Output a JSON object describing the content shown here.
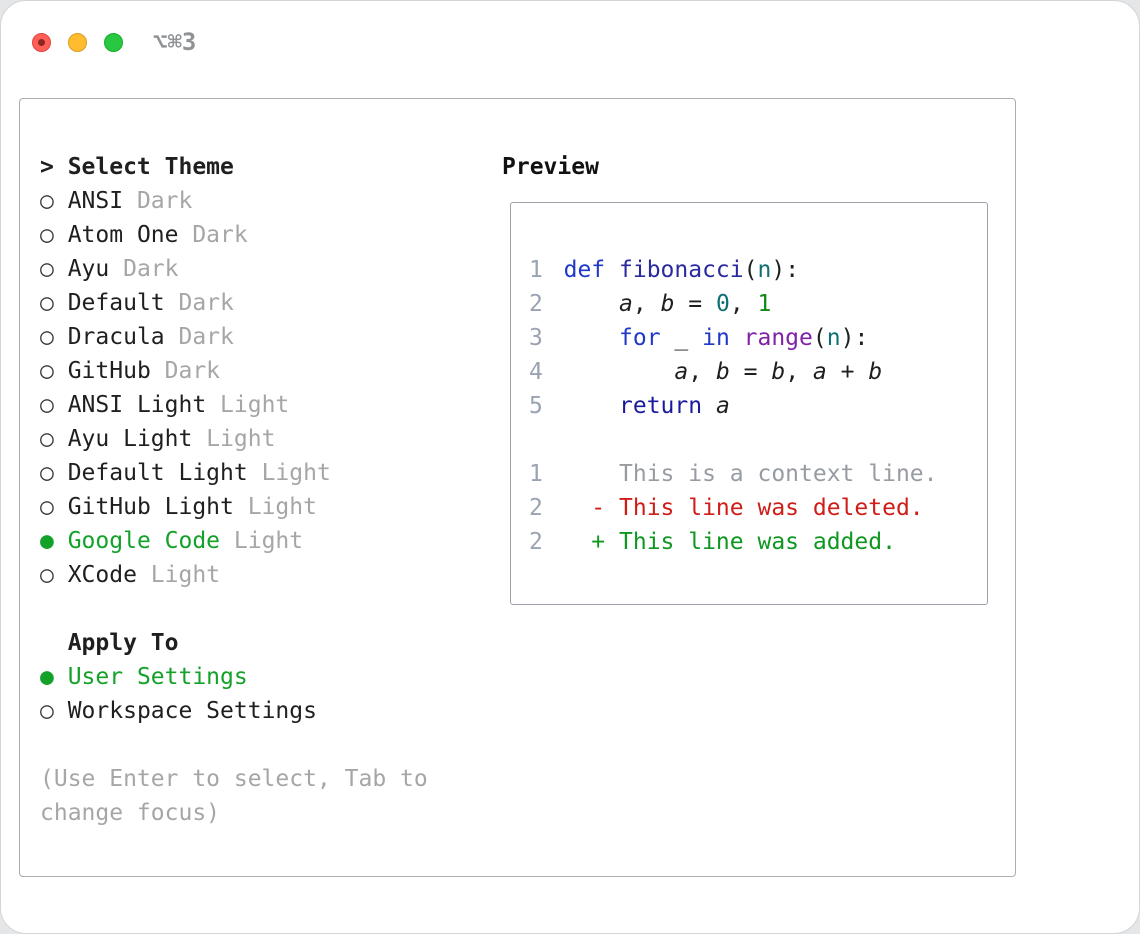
{
  "window": {
    "shortcut": "⌥⌘3"
  },
  "colors": {
    "accent_green": "#13a129",
    "deleted_red": "#cf1d18",
    "added_green": "#0f9722",
    "muted_gray": "#a6a6a6"
  },
  "theme_selector": {
    "title": "> Select Theme",
    "themes": [
      {
        "name": "ANSI",
        "variant": "Dark",
        "selected": false
      },
      {
        "name": "Atom One",
        "variant": "Dark",
        "selected": false
      },
      {
        "name": "Ayu",
        "variant": "Dark",
        "selected": false
      },
      {
        "name": "Default",
        "variant": "Dark",
        "selected": false
      },
      {
        "name": "Dracula",
        "variant": "Dark",
        "selected": false
      },
      {
        "name": "GitHub",
        "variant": "Dark",
        "selected": false
      },
      {
        "name": "ANSI Light",
        "variant": "Light",
        "selected": false
      },
      {
        "name": "Ayu Light",
        "variant": "Light",
        "selected": false
      },
      {
        "name": "Default Light",
        "variant": "Light",
        "selected": false
      },
      {
        "name": "GitHub Light",
        "variant": "Light",
        "selected": false
      },
      {
        "name": "Google Code",
        "variant": "Light",
        "selected": true
      },
      {
        "name": "XCode",
        "variant": "Light",
        "selected": false
      }
    ],
    "apply_to": {
      "title": "Apply To",
      "options": [
        {
          "label": "User Settings",
          "selected": true
        },
        {
          "label": "Workspace Settings",
          "selected": false
        }
      ]
    },
    "hint_lines": [
      "(Use Enter to select, Tab to",
      "change focus)"
    ]
  },
  "preview": {
    "title": "Preview",
    "code_lines": [
      {
        "num": "1",
        "tokens": [
          {
            "t": "def ",
            "c": "kw"
          },
          {
            "t": "fibonacci",
            "c": "fn"
          },
          {
            "t": "(",
            "c": "plain"
          },
          {
            "t": "n",
            "c": "num"
          },
          {
            "t": "):",
            "c": "plain"
          }
        ]
      },
      {
        "num": "2",
        "tokens": [
          {
            "t": "    ",
            "c": "plain"
          },
          {
            "t": "a",
            "c": "var"
          },
          {
            "t": ", ",
            "c": "plain"
          },
          {
            "t": "b",
            "c": "var"
          },
          {
            "t": " = ",
            "c": "plain"
          },
          {
            "t": "0",
            "c": "num"
          },
          {
            "t": ", ",
            "c": "plain"
          },
          {
            "t": "1",
            "c": "lit"
          }
        ]
      },
      {
        "num": "3",
        "tokens": [
          {
            "t": "    ",
            "c": "plain"
          },
          {
            "t": "for ",
            "c": "kw"
          },
          {
            "t": "_ ",
            "c": "plain"
          },
          {
            "t": "in ",
            "c": "kw"
          },
          {
            "t": "range",
            "c": "type"
          },
          {
            "t": "(",
            "c": "plain"
          },
          {
            "t": "n",
            "c": "num"
          },
          {
            "t": "):",
            "c": "plain"
          }
        ]
      },
      {
        "num": "4",
        "tokens": [
          {
            "t": "        ",
            "c": "plain"
          },
          {
            "t": "a",
            "c": "var"
          },
          {
            "t": ", ",
            "c": "plain"
          },
          {
            "t": "b",
            "c": "var"
          },
          {
            "t": " = ",
            "c": "plain"
          },
          {
            "t": "b",
            "c": "var"
          },
          {
            "t": ", ",
            "c": "plain"
          },
          {
            "t": "a",
            "c": "var"
          },
          {
            "t": " + ",
            "c": "plain"
          },
          {
            "t": "b",
            "c": "var"
          }
        ]
      },
      {
        "num": "5",
        "tokens": [
          {
            "t": "    ",
            "c": "plain"
          },
          {
            "t": "return ",
            "c": "ret"
          },
          {
            "t": "a",
            "c": "var"
          }
        ]
      }
    ],
    "diff_lines": [
      {
        "num": "1",
        "tokens": [
          {
            "t": "    This is a context line.",
            "c": "ctx"
          }
        ]
      },
      {
        "num": "2",
        "tokens": [
          {
            "t": "  - This line was deleted.",
            "c": "del"
          }
        ]
      },
      {
        "num": "2",
        "tokens": [
          {
            "t": "  + This line was added.",
            "c": "add"
          }
        ]
      }
    ]
  }
}
